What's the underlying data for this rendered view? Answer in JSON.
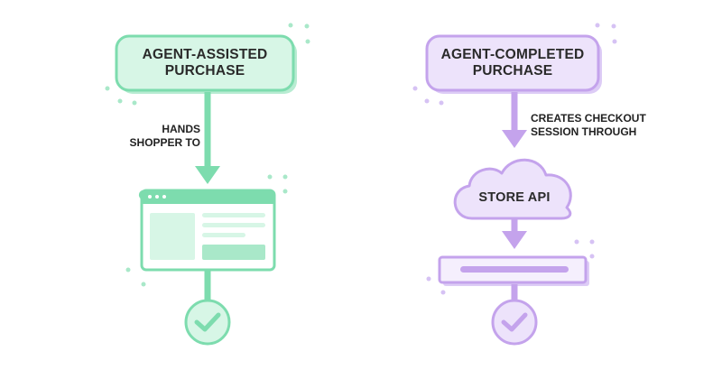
{
  "colors": {
    "green_fill": "#d7f6e6",
    "green_stroke": "#7ddcae",
    "green_shadow": "#b8ecd2",
    "purple_fill": "#ede3fb",
    "purple_stroke": "#c4a3ec",
    "purple_shadow": "#ddccf6",
    "text": "#2a2a2a"
  },
  "left_flow": {
    "title_lines": [
      "AGENT-ASSISTED",
      "PURCHASE"
    ],
    "edge_label_lines": [
      "HANDS",
      "SHOPPER TO"
    ],
    "window_icon": "browser-window-icon",
    "end_icon": "checkmark-icon"
  },
  "right_flow": {
    "title_lines": [
      "AGENT-COMPLETED",
      "PURCHASE"
    ],
    "edge_label_lines": [
      "CREATES CHECKOUT",
      "SESSION THROUGH"
    ],
    "cloud_label": "STORE API",
    "bar_icon": "input-bar-icon",
    "end_icon": "checkmark-icon"
  }
}
